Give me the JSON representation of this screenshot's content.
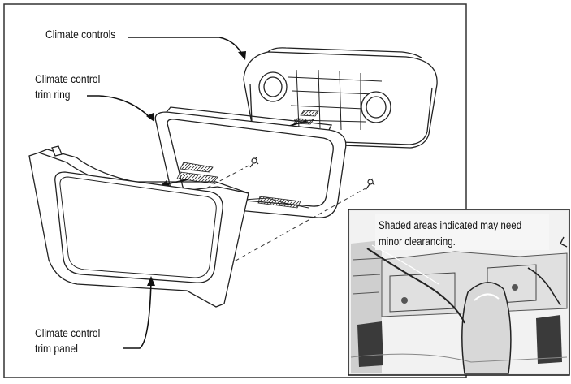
{
  "labels": {
    "climate_controls": "Climate controls",
    "trim_ring": "Climate control\ntrim ring",
    "trim_panel": "Climate control\ntrim panel"
  },
  "inset": {
    "caption": "Shaded areas indicated may need\nminor clearancing."
  }
}
